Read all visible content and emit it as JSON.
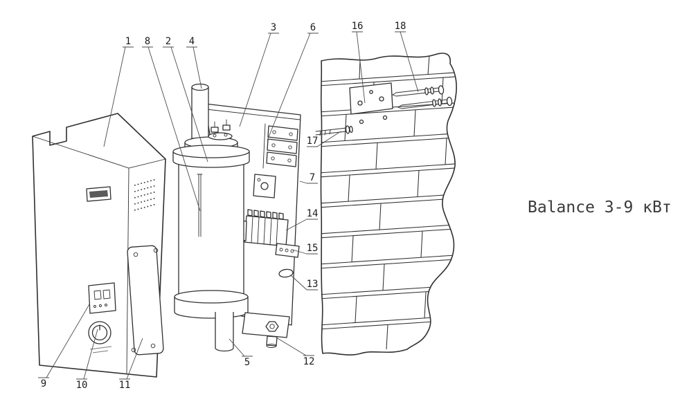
{
  "title": "Balance 3-9 кВт",
  "figure": {
    "type": "exploded-diagram",
    "callouts": [
      "1",
      "2",
      "3",
      "4",
      "5",
      "6",
      "7",
      "8",
      "9",
      "10",
      "11",
      "12",
      "13",
      "14",
      "15",
      "16",
      "17",
      "18"
    ]
  },
  "colors": {
    "background": "#ffffff",
    "ink": "#2f2f2f",
    "leader": "#4a4a4a",
    "text": "#3a3a3a"
  }
}
